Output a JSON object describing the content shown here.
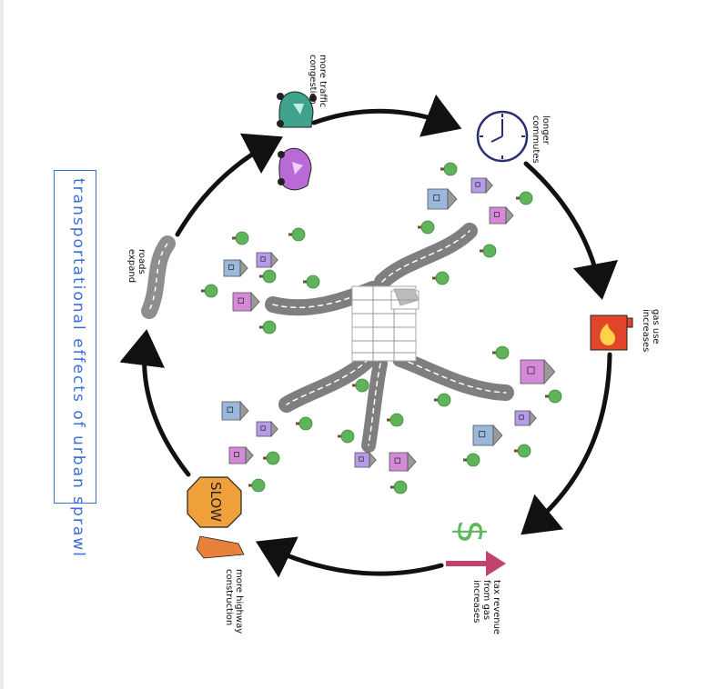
{
  "title": "transportational effects of urban sprawl",
  "colors": {
    "title_blue": "#3a6fd8",
    "arrow": "#111111",
    "road": "#8e8e8e",
    "car_teal": "#3fa28a",
    "car_purple": "#b86ad6",
    "gas_can": "#e2462a",
    "dollar": "#5cb85c",
    "tax_arrow": "#c0436e",
    "slow_sign": "#f0a03a",
    "cone": "#e8823a",
    "tree": "#5fb35a",
    "house_blue": "#9ab8dc",
    "house_purple": "#b79ae8",
    "house_pink": "#d48ad8",
    "roof": "#9a9a9a"
  },
  "cycle": [
    {
      "id": "roads",
      "label_lines": [
        "roads",
        "expand"
      ],
      "icon": "road-segment-icon"
    },
    {
      "id": "traffic",
      "label_lines": [
        "more traffic",
        "congestion"
      ],
      "icon": "car-icon"
    },
    {
      "id": "commutes",
      "label_lines": [
        "longer",
        "commutes"
      ],
      "icon": "clock-icon"
    },
    {
      "id": "gas",
      "label_lines": [
        "gas use",
        "increases"
      ],
      "icon": "gas-can-icon"
    },
    {
      "id": "tax",
      "label_lines": [
        "tax revenue",
        "from gas",
        "increases"
      ],
      "icon": "dollar-arrow-icon"
    },
    {
      "id": "construction",
      "label_lines": [
        "more highway",
        "construction"
      ],
      "icon": "slow-sign-icon"
    }
  ],
  "center_icon": "city-building-icon"
}
